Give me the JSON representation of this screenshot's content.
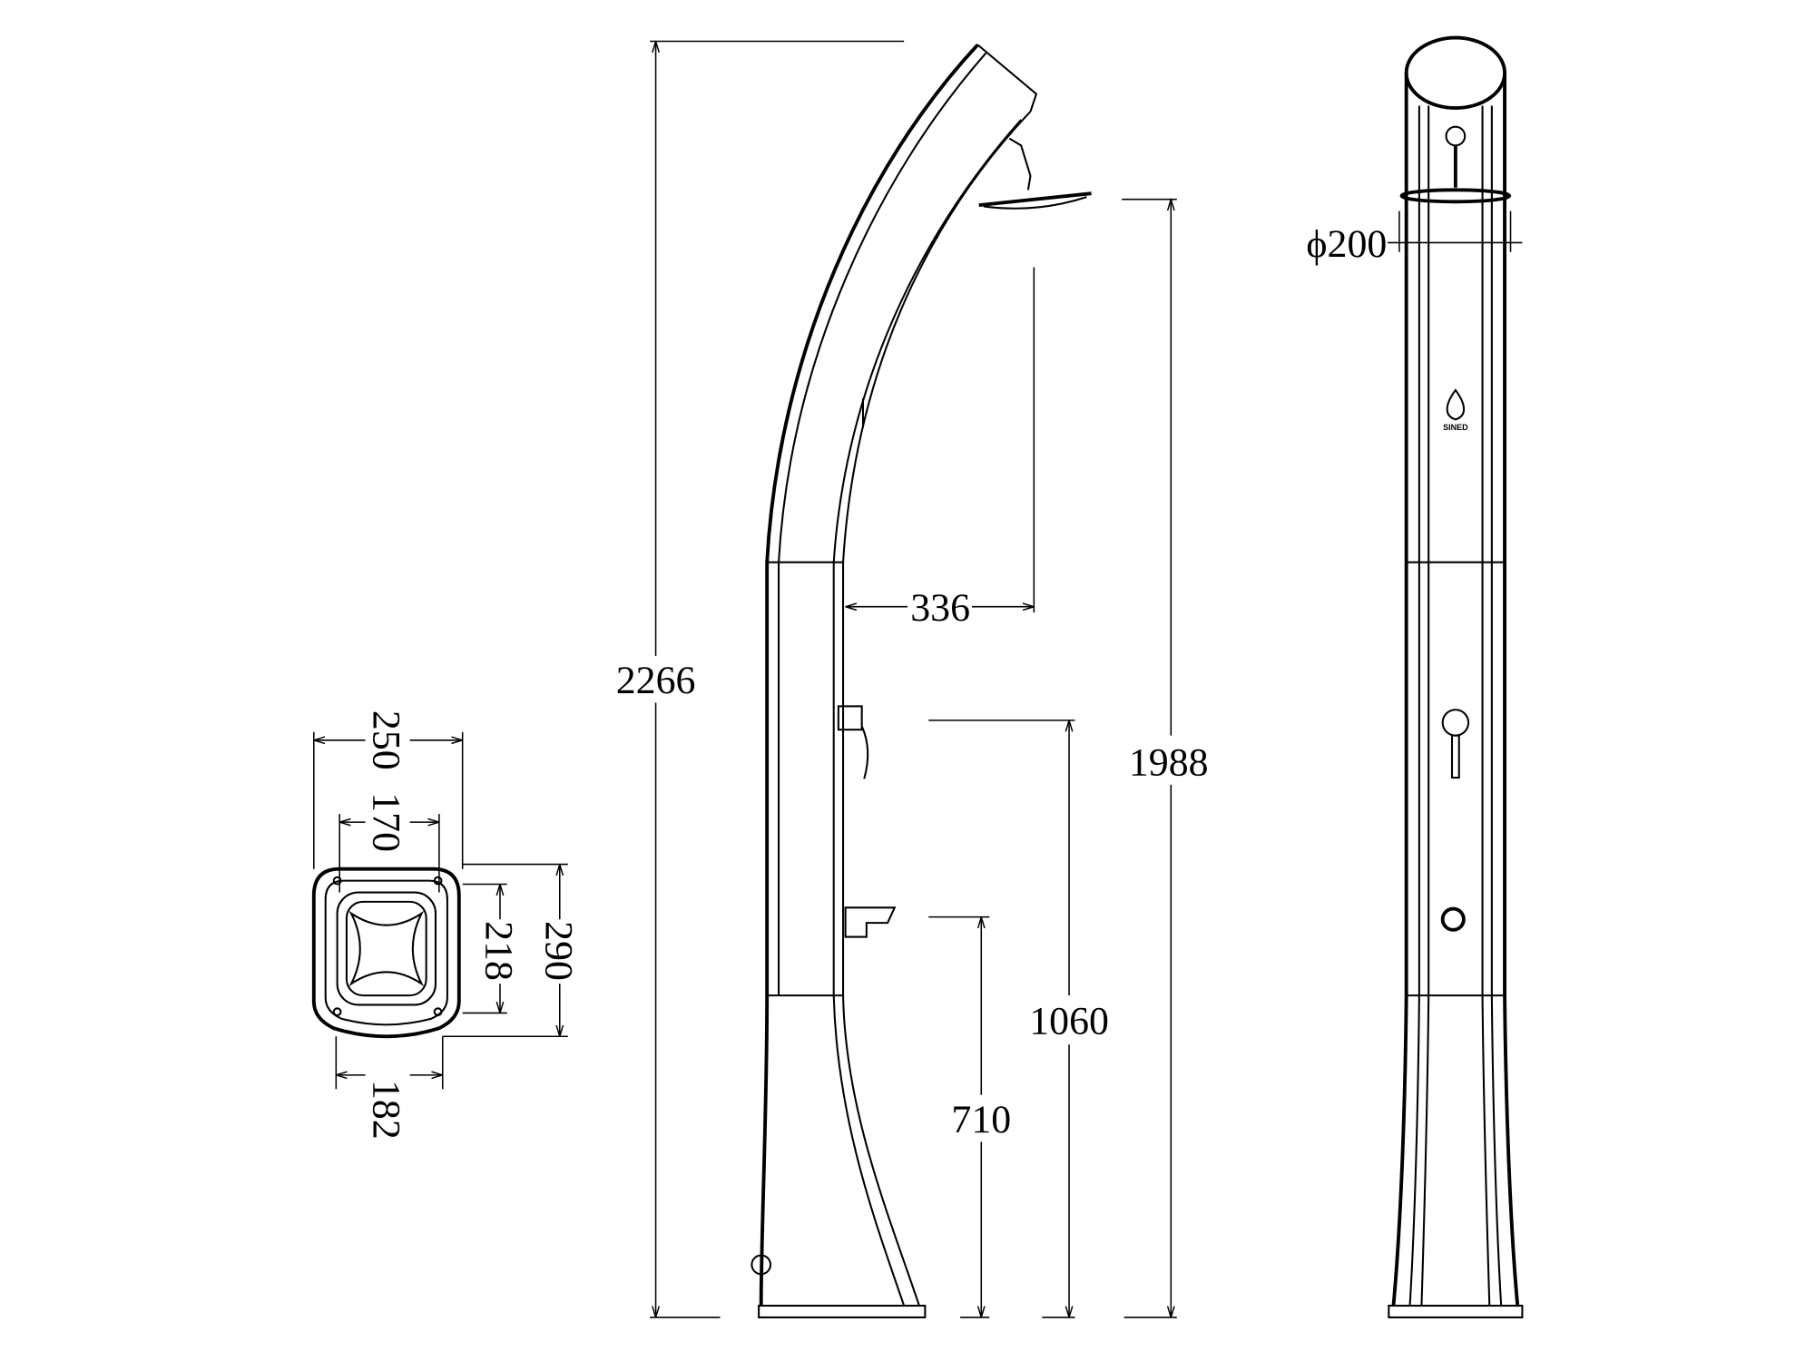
{
  "drawing": {
    "brand_logo": "SINED",
    "colors": {
      "line": "#000000",
      "background": "#ffffff"
    },
    "dimensions": {
      "total_height": "2266",
      "shower_head_height": "1988",
      "shower_head_reach": "336",
      "mixer_height": "1060",
      "foot_tap_height": "710",
      "shower_head_diameter": "ϕ200",
      "base_width": "250",
      "base_inner_width": "170",
      "base_depth": "290",
      "base_inner_depth": "218",
      "base_bottom_width": "182"
    }
  }
}
